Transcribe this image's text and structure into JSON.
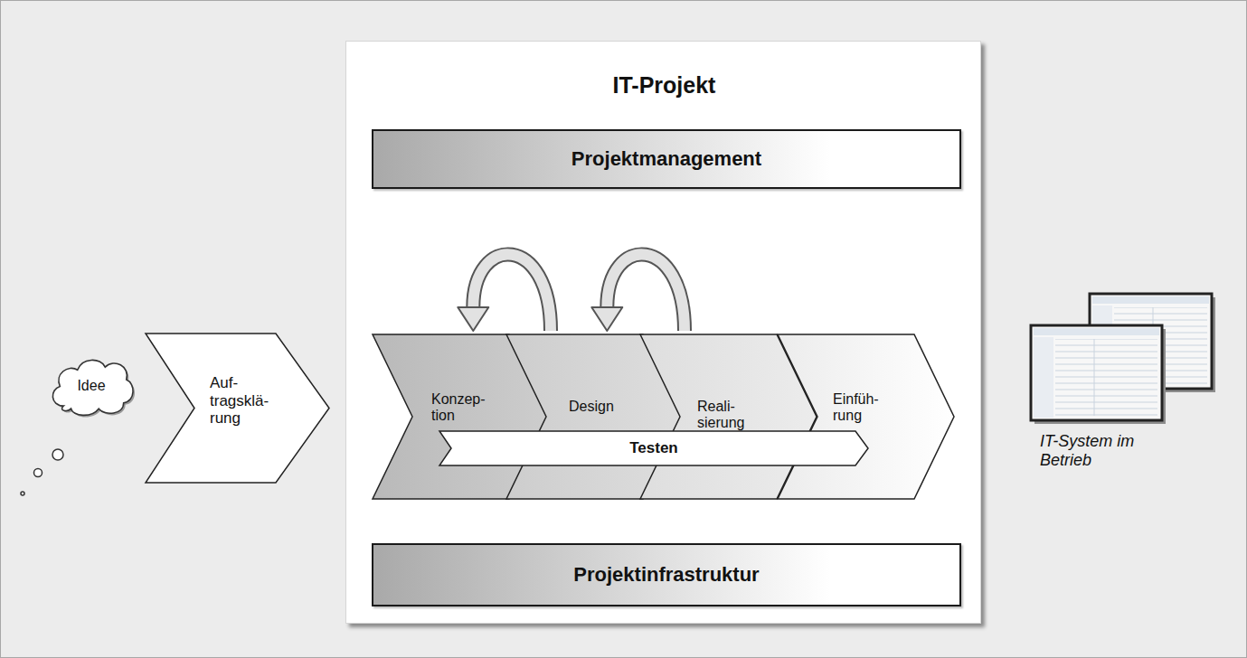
{
  "diagram": {
    "nodes": [
      {
        "text": [
          "Idee"
        ]
      },
      {
        "text": [
          "Auf- tragsklä- rung"
        ]
      },
      {
        "text": [
          "IT-Projekt"
        ]
      },
      {
        "text": [
          "Projektmanagement"
        ],
        "in": 2
      },
      {
        "text": [
          "Konzep- tion"
        ],
        "in": 2
      },
      {
        "text": [
          "Design"
        ],
        "in": 2
      },
      {
        "text": [
          "Reali- sierung"
        ],
        "in": 2
      },
      {
        "text": [
          "Einfüh- rung"
        ],
        "in": 2
      },
      {
        "text": [
          "Testen"
        ],
        "in": 2
      },
      {
        "text": [
          "Projektinfrastruktur"
        ],
        "in": 2
      },
      {
        "text": [
          "IT-System im Betrieb"
        ]
      }
    ],
    "edges": [
      {
        "from": 5,
        "to": 4,
        "arrow": "to"
      },
      {
        "from": 6,
        "to": 5,
        "arrow": "to"
      }
    ]
  }
}
